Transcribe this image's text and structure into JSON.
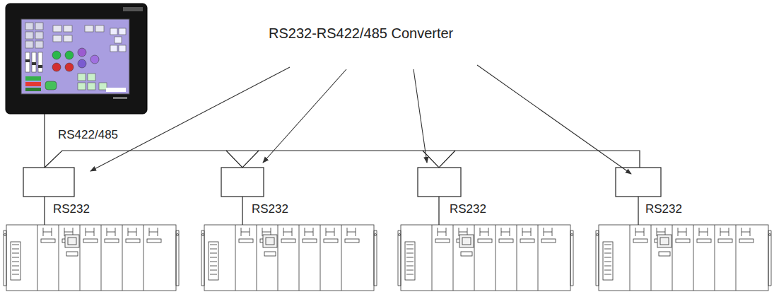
{
  "diagram": {
    "labels": [
      "RS232-RS422/485 Converter",
      "RS422/485",
      "RS232",
      "RS232",
      "RS232",
      "RS232"
    ]
  }
}
